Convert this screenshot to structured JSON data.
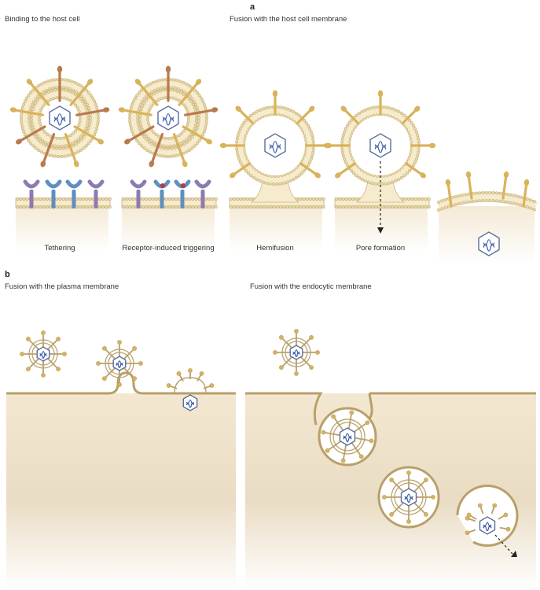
{
  "panel_a": {
    "letter": "a",
    "header_binding": "Binding to the host cell",
    "header_fusion": "Fusion with the host cell membrane",
    "stages": [
      "Tethering",
      "Receptor-induced triggering",
      "Hemifusion",
      "Pore formation"
    ]
  },
  "panel_b": {
    "letter": "b",
    "header_plasma": "Fusion with the plasma membrane",
    "header_endocytic": "Fusion with the endocytic membrane"
  },
  "colors": {
    "membrane_fill": "#f6ebcc",
    "membrane_head": "#e8d9a8",
    "membrane_edge": "#b8a06a",
    "glycoprotein": "#d9b35a",
    "glycoprotein_alt": "#b97a4e",
    "receptor_purple": "#8c7bb0",
    "receptor_blue": "#5d8fbf",
    "cytoplasm": "#e9dcc6",
    "capsid_stroke": "#5a6e9c",
    "genome": "#3f5fa8"
  },
  "icons": {
    "virion": "enveloped-virion-icon",
    "capsid": "hexagonal-capsid-icon",
    "genome": "rna-genome-icon",
    "receptor": "host-receptor-icon",
    "arrow": "release-arrow-icon"
  }
}
